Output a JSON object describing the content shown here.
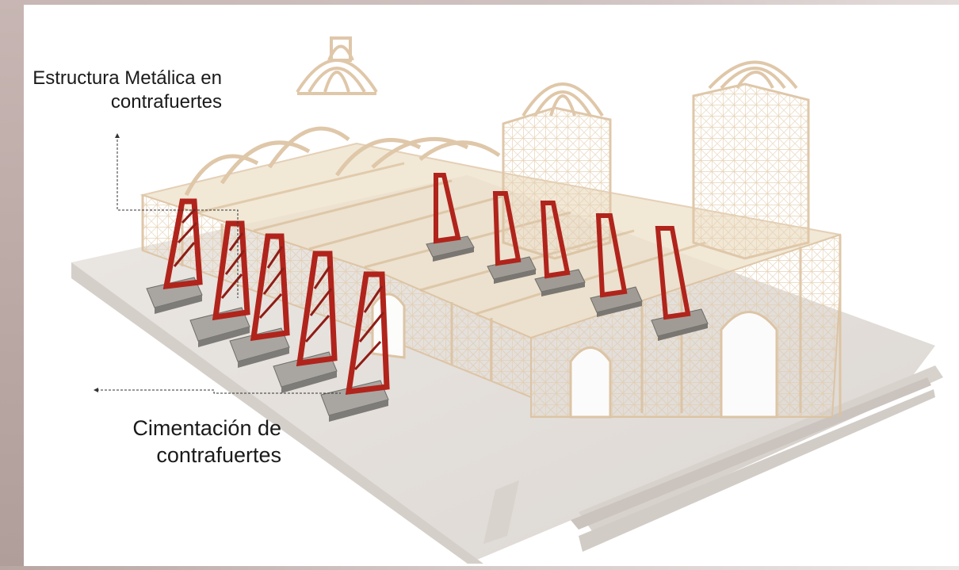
{
  "labels": {
    "metal_structure": {
      "line1": "Estructura Metálica en",
      "line2": "contrafuertes"
    },
    "foundation": {
      "line1": "Cimentación de",
      "line2": "contrafuertes"
    }
  },
  "colors": {
    "wood_frame": "#e8d2b2",
    "wood_frame_dark": "#d4b994",
    "steel_buttress": "#b0241c",
    "concrete_foundation": "#8e8c88",
    "platform": "#e6e2de",
    "annotation_line": "#333333",
    "frame_border": "#c7b6b3"
  },
  "icons": {
    "annotation_arrow": "arrow-head-icon"
  }
}
